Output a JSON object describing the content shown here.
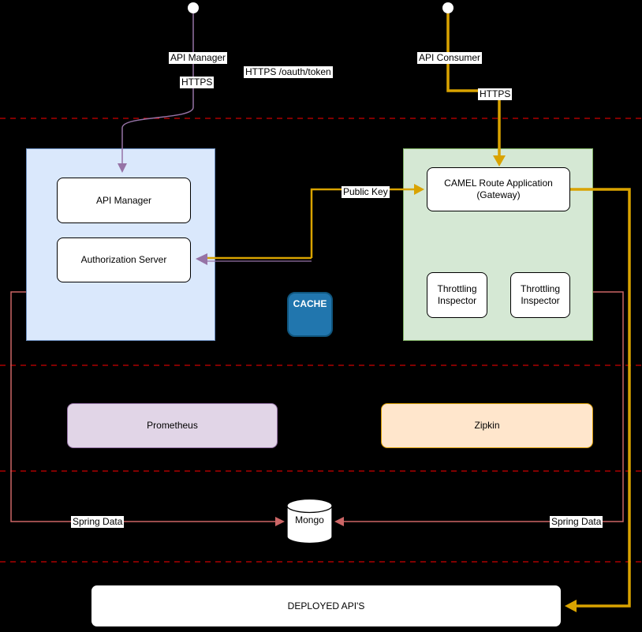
{
  "diagram": {
    "nodes": {
      "api_manager": "API Manager",
      "auth_server": "Authorization Server",
      "camel_route": "CAMEL Route Application (Gateway)",
      "throttling_inspector_1": "Throttling Inspector",
      "throttling_inspector_2": "Throttling Inspector",
      "cache": "CACHE",
      "prometheus": "Prometheus",
      "zipkin": "Zipkin",
      "mongo": "Mongo",
      "deployed_apis": "DEPLOYED API'S"
    },
    "edge_labels": {
      "api_manager": "API Manager",
      "https_left": "HTTPS",
      "oauth_token": "HTTPS /oauth/token",
      "api_consumer": "API Consumer",
      "https_right": "HTTPS",
      "public_key": "Public Key",
      "spring_data_left": "Spring Data",
      "spring_data_right": "Spring Data"
    },
    "colors": {
      "background": "#000000",
      "container_blue_fill": "#dae8fc",
      "container_blue_border": "#6c8ebf",
      "container_green_fill": "#d5e8d4",
      "container_green_border": "#82b366",
      "prometheus_fill": "#e1d5e7",
      "prometheus_border": "#9673a6",
      "zipkin_fill": "#ffe6cc",
      "zipkin_border": "#d79b00",
      "cache_fill": "#2176ae",
      "cache_border": "#10567e",
      "node_fill": "#ffffff",
      "node_border": "#000000",
      "edge_yellow": "#d9a300",
      "edge_purple": "#9673a6",
      "edge_coral": "#cc6666",
      "lane_divider": "#ff0000"
    }
  }
}
